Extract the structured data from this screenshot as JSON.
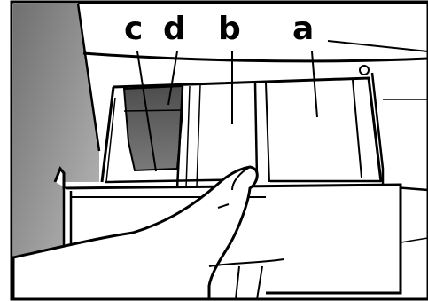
{
  "labels": {
    "a": "a",
    "b": "b",
    "c": "c",
    "d": "d"
  },
  "colors": {
    "shadow_gray": "#8c8c8c",
    "compartment_gray": "#5a5a5a",
    "outline": "#000000"
  }
}
